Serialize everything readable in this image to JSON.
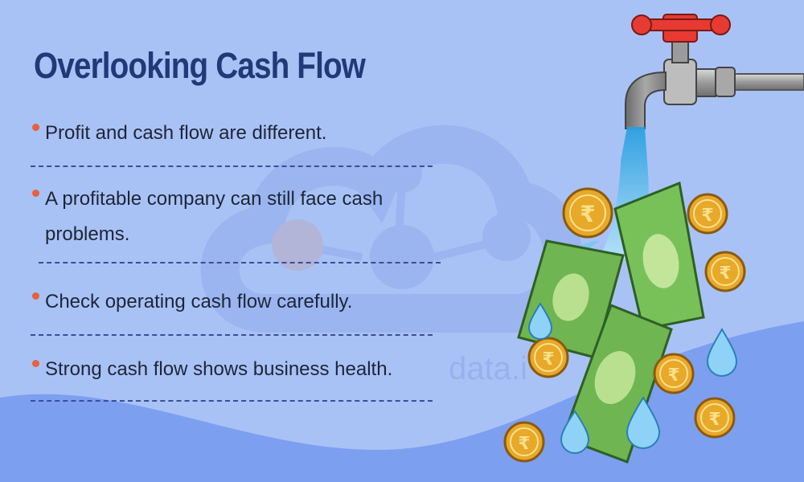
{
  "title": "Overlooking Cash Flow",
  "colors": {
    "background": "#a9c2f5",
    "title": "#1f3a78",
    "bullet_dot": "#e8603c",
    "text": "#1d2538",
    "divider": "#3a4e9a",
    "wave": "#7d9ff0"
  },
  "bullets": [
    {
      "text": "Profit and cash flow are different."
    },
    {
      "text": "A profitable company can still face cash problems."
    },
    {
      "text": "Check operating cash flow carefully."
    },
    {
      "text": "Strong cash flow shows business health."
    }
  ],
  "watermark": {
    "text": "data.i"
  },
  "illustration": {
    "tap_icon": "water-tap-icon",
    "coin_symbol": "₹",
    "banknote_icon": "banknote-icon",
    "drop_icon": "water-drop-icon"
  }
}
